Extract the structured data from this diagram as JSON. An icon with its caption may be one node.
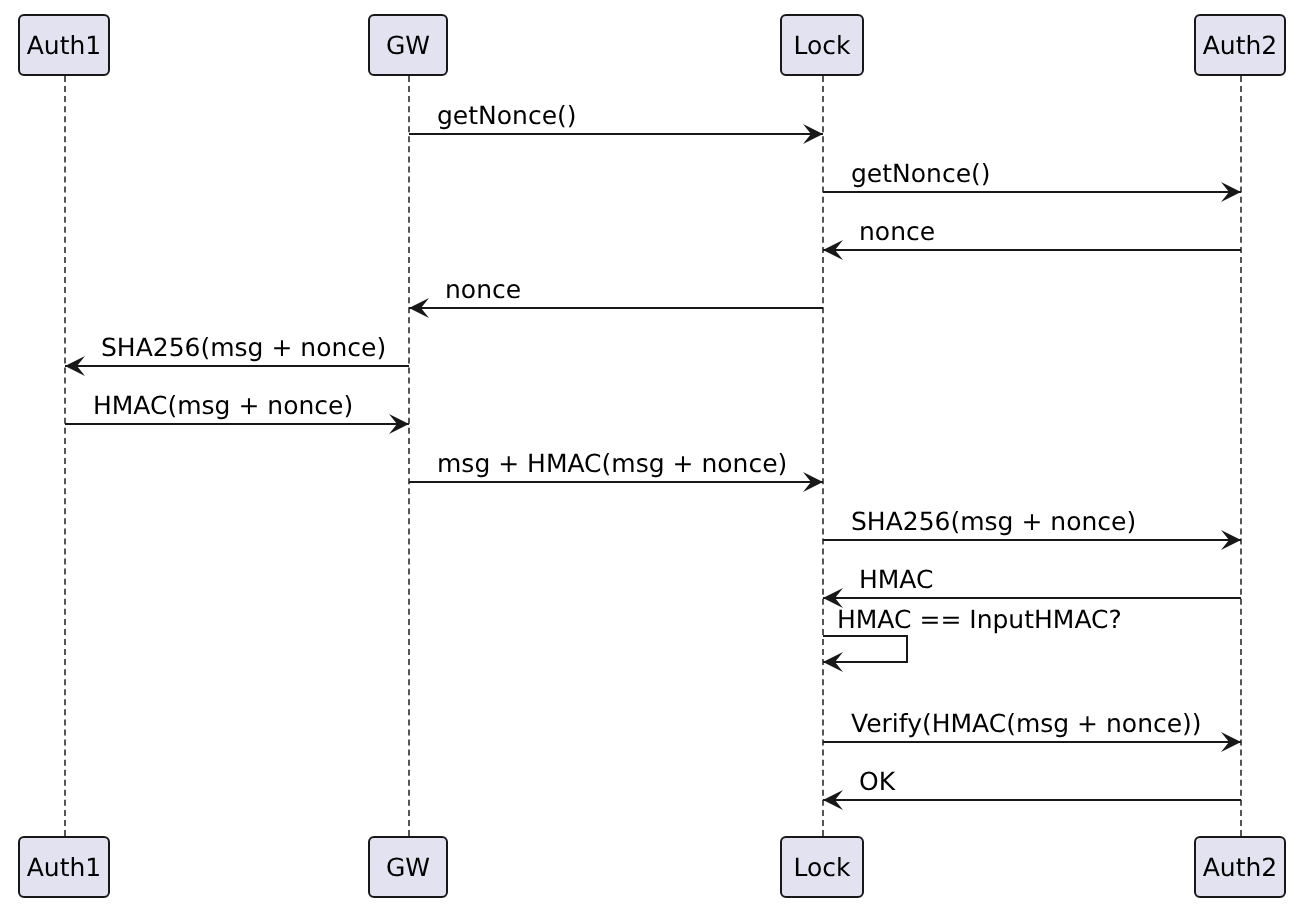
{
  "diagram": {
    "nodes": [
      {
        "text": [
          "Auth1"
        ]
      },
      {
        "text": [
          "GW"
        ]
      },
      {
        "text": [
          "Lock"
        ]
      },
      {
        "text": [
          "Auth2"
        ]
      },
      {
        "text": [],
        "shape": "line"
      },
      {
        "text": [],
        "shape": "line"
      },
      {
        "text": [],
        "shape": "line"
      },
      {
        "text": [],
        "shape": "line"
      },
      {
        "text": [
          "Auth1"
        ]
      },
      {
        "text": [
          "GW"
        ]
      },
      {
        "text": [
          "Lock"
        ]
      },
      {
        "text": [
          "Auth2"
        ]
      }
    ],
    "edges": [
      {
        "from": 5,
        "to": 6,
        "arrow": "to",
        "label": "getNonce()"
      },
      {
        "from": 6,
        "to": 7,
        "arrow": "to",
        "label": "getNonce()"
      },
      {
        "from": 7,
        "to": 6,
        "arrow": "to",
        "label": "nonce"
      },
      {
        "from": 6,
        "to": 5,
        "arrow": "to",
        "label": "nonce"
      },
      {
        "from": 5,
        "to": 4,
        "arrow": "to",
        "label": "SHA256(msg + nonce)"
      },
      {
        "from": 4,
        "to": 5,
        "arrow": "to",
        "label": "HMAC(msg + nonce)"
      },
      {
        "from": 5,
        "to": 6,
        "arrow": "to",
        "label": "msg + HMAC(msg + nonce)"
      },
      {
        "from": 6,
        "to": 7,
        "arrow": "to",
        "label": "SHA256(msg + nonce)"
      },
      {
        "from": 7,
        "to": 6,
        "arrow": "to",
        "label": "HMAC"
      },
      {
        "from": 6,
        "to": 6,
        "arrow": "to",
        "label": "HMAC == InputHMAC?"
      },
      {
        "from": 6,
        "to": 7,
        "arrow": "to",
        "label": "Verify(HMAC(msg + nonce))"
      },
      {
        "from": 7,
        "to": 6,
        "arrow": "to",
        "label": "OK"
      }
    ]
  }
}
